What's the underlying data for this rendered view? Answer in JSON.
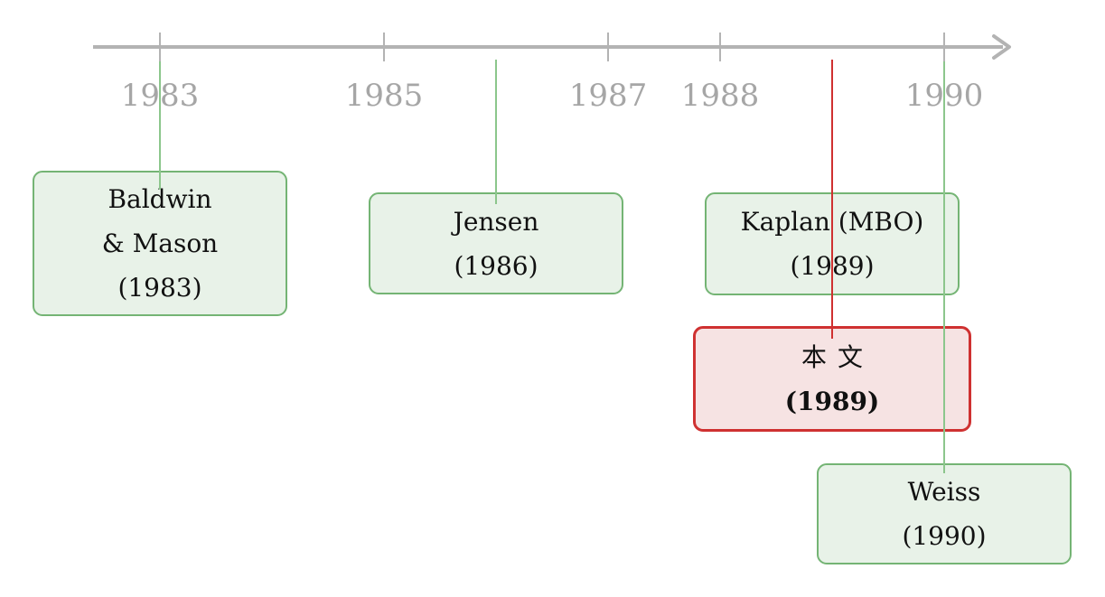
{
  "axis": {
    "ticks": [
      "1983",
      "1985",
      "1987",
      "1988",
      "1990"
    ]
  },
  "events": [
    {
      "lines": [
        "Baldwin",
        "& Mason",
        "(1983)"
      ],
      "style": "green"
    },
    {
      "lines": [
        "Jensen",
        "(1986)"
      ],
      "style": "green"
    },
    {
      "lines": [
        "Kaplan (MBO)",
        "(1989)"
      ],
      "style": "green"
    },
    {
      "lines": [
        "本文",
        "(1989)"
      ],
      "style": "red",
      "emphasis_line": 1
    },
    {
      "lines": [
        "Weiss",
        "(1990)"
      ],
      "style": "green"
    }
  ],
  "colors": {
    "axis": "#b3b3b3",
    "tick_label": "#a6a6a6",
    "green_border": "#74b474",
    "green_fill": "#e8f2e8",
    "green_connector": "#8cc68c",
    "red_border": "#cf3131",
    "red_fill": "#f6e3e3",
    "red_connector": "#cf3131"
  }
}
